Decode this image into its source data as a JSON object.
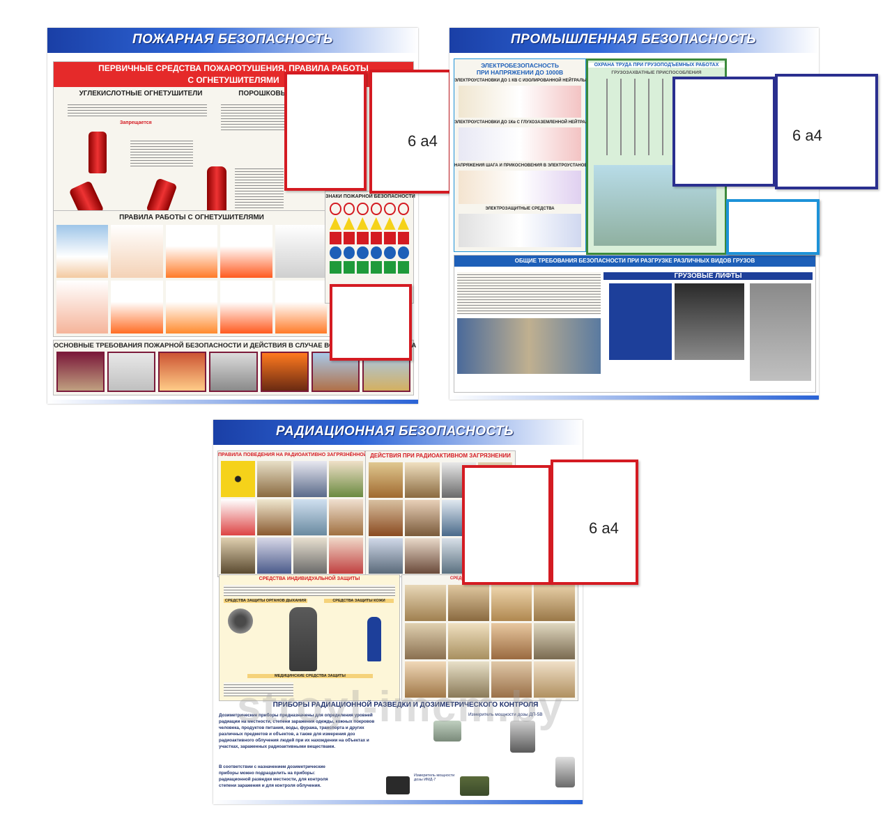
{
  "stands": {
    "fire": {
      "title": "ПОЖАРНАЯ БЕЗОПАСНОСТЬ",
      "poster1_title": "ПЕРВИЧНЫЕ СРЕДСТВА ПОЖАРОТУШЕНИЯ, ПРАВИЛА РАБОТЫ С ОГНЕТУШИТЕЛЯМИ",
      "col1": "УГЛЕКИСЛОТНЫЕ ОГНЕТУШИТЕЛИ",
      "col2": "ПОРОШКОВЫЕ ОГНЕТУШ",
      "forbidden": "Запрещается",
      "poster2_title": "ПРАВИЛА РАБОТЫ С ОГНЕТУШИТЕЛЯМИ",
      "signs_title": "ЗНАКИ ПОЖАРНОЙ БЕЗОПАСНОСТИ",
      "poster3_title": "ОСНОВНЫЕ ТРЕБОВАНИЯ ПОЖАРНОЙ БЕЗОПАСНОСТИ И ДЕЙСТВИЯ В СЛУЧАЕ ВОЗНИКНОВЕНИЯ ПОЖАРА",
      "pocket_label": "6 а4"
    },
    "industrial": {
      "title": "ПРОМЫШЛЕННАЯ БЕЗОПАСНОСТЬ",
      "elec_title1": "ЭЛЕКТРОБЕЗОПАСНОСТЬ",
      "elec_title2": "ПРИ НАПРЯЖЕНИИ ДО 1000В",
      "elec_sub1": "ЭЛЕКТРОУСТАНОВКИ ДО 1 КВ С ИЗОЛИРОВАННОЙ НЕЙТРАЛЬЮ",
      "elec_sub2": "ЭЛЕКТРОУСТАНОВКИ ДО 1Кв С ГЛУХОЗАЗЕМЛЕННОЙ НЕЙТРАЛЬЮ",
      "elec_sub3": "НАПРЯЖЕНИЯ ШАГА И ПРИКОСНОВЕНИЯ В ЭЛЕКТРОУСТАНОВКАХ",
      "elec_sub4": "ЭЛЕКТРОЗАЩИТНЫЕ СРЕДСТВА",
      "lift_title": "ОХРАНА ТРУДА ПРИ ГРУЗОПОДЪЕМНЫХ РАБОТАХ",
      "lift_sub": "ГРУЗОЗАХВАТНЫЕ ПРИСПОСОБЛЕНИЯ",
      "cargo_title": "ОБЩИЕ ТРЕБОВАНИЯ БЕЗОПАСНОСТИ ПРИ РАЗГРУЗКЕ РАЗЛИЧНЫХ ВИДОВ ГРУЗОВ",
      "cargo_lifts": "ГРУЗОВЫЕ ЛИФТЫ",
      "pocket_label": "6 а4"
    },
    "radiation": {
      "title": "РАДИАЦИОННАЯ БЕЗОПАСНОСТЬ",
      "p1_title": "ПРАВИЛА ПОВЕДЕНИЯ НА РАДИОАКТИВНО ЗАГРЯЗНЁННОЙ МЕСТНОСТИ",
      "p2_title": "ДЕЙСТВИЯ ПРИ РАДИОАКТИВНОМ ЗАГРЯЗНЕНИИ",
      "p3_title": "СРЕДСТВА ИНДИВИДУАЛЬНОЙ ЗАЩИТЫ",
      "p3_sub1": "СРЕДСТВА ЗАЩИТЫ ОРГАНОВ ДЫХАНИЯ",
      "p3_sub2": "СРЕДСТВА ЗАЩИТЫ КОЖИ",
      "p3_sub3": "МЕДИЦИНСКИЕ СРЕДСТВА ЗАЩИТЫ",
      "p4_title": "СРЕДСТВА КОЛЛЕКТИВНОЙ ЗАЩИТЫ",
      "p5_title": "ПРИБОРЫ РАДИАЦИОННОЙ РАЗВЕДКИ И ДОЗИМЕТРИЧЕСКОГО КОНТРОЛЯ",
      "p5_text1": "Дозиметрические приборы предназначены для определения уровней радиации на местности, степени заражения одежды, кожных покровов человека, продуктов питания, воды, фуража, транспорта и других различных предметов и объектов, а также для измерения доз радиоактивного облучения людей при их нахождении на объектах и участках, зараженных радиоактивными веществами.",
      "p5_text2": "В соответствии с назначением дозиметрические приборы можно подразделить на приборы: радиационной разведки местности, для контроля степени заражения и для контроля облучения.",
      "p5_dev1": "Измеритель мощности дозы ДП-5В",
      "p5_dev2": "Измеритель мощности дозы ИМД-7",
      "pocket_label": "6 а4"
    }
  },
  "watermark": "stroyl-imcm.by",
  "colors": {
    "banner_blue": "#1a3fa6",
    "pocket_red": "#d41b22",
    "pocket_blue": "#2a2f8f",
    "pocket_cyan": "#1d92d8"
  }
}
